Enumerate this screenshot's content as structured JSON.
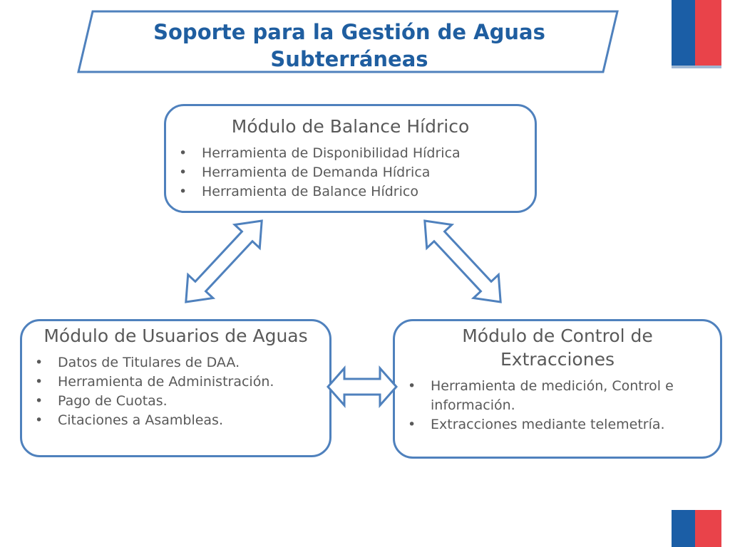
{
  "title": {
    "line1": "Soporte para la Gestión de Aguas",
    "line2": "Subterráneas"
  },
  "colors": {
    "title": "#1f5ea0",
    "box_border": "#4f81bd",
    "text": "#595959",
    "flag_blue": "#1b5ea6",
    "flag_red": "#e9434a"
  },
  "modules": {
    "balance": {
      "title": "Módulo de Balance Hídrico",
      "items": [
        "Herramienta de Disponibilidad Hídrica",
        "Herramienta de Demanda Hídrica",
        "Herramienta de Balance Hídrico"
      ]
    },
    "usuarios": {
      "title": "Módulo de Usuarios de Aguas",
      "items": [
        "Datos de Titulares de DAA.",
        "Herramienta de Administración.",
        "Pago de Cuotas.",
        "Citaciones a Asambleas."
      ]
    },
    "control": {
      "title": "Módulo de Control de Extracciones",
      "items": [
        "Herramienta de medición, Control e información.",
        "Extracciones mediante telemetría."
      ]
    }
  },
  "icons": [
    "double-arrow-icon"
  ]
}
